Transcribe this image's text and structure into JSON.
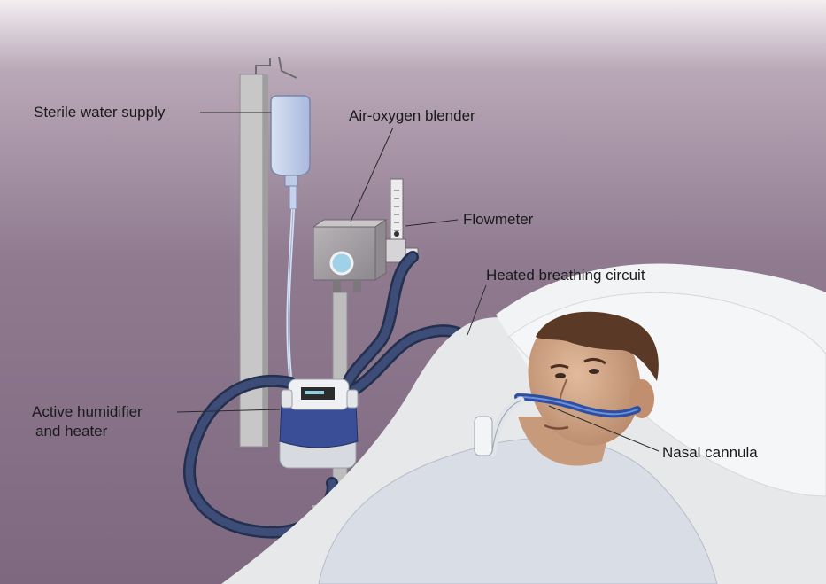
{
  "labels": {
    "sterile_water_supply": "Sterile water supply",
    "air_oxygen_blender": "Air-oxygen blender",
    "flowmeter": "Flowmeter",
    "heated_breathing_circuit": "Heated breathing circuit",
    "active_humidifier_line1": "Active humidifier",
    "active_humidifier_line2": "and heater",
    "nasal_cannula": "Nasal cannula"
  },
  "colors": {
    "background_top": "#a692a6",
    "background_bottom": "#806a82",
    "pole": "#bdbdbd",
    "hose": "#2c3a5e",
    "humidifier_blue": "#3b4f9a",
    "skin": "#d2a98a",
    "hair": "#5a3a26",
    "sheet": "#eceeef"
  }
}
